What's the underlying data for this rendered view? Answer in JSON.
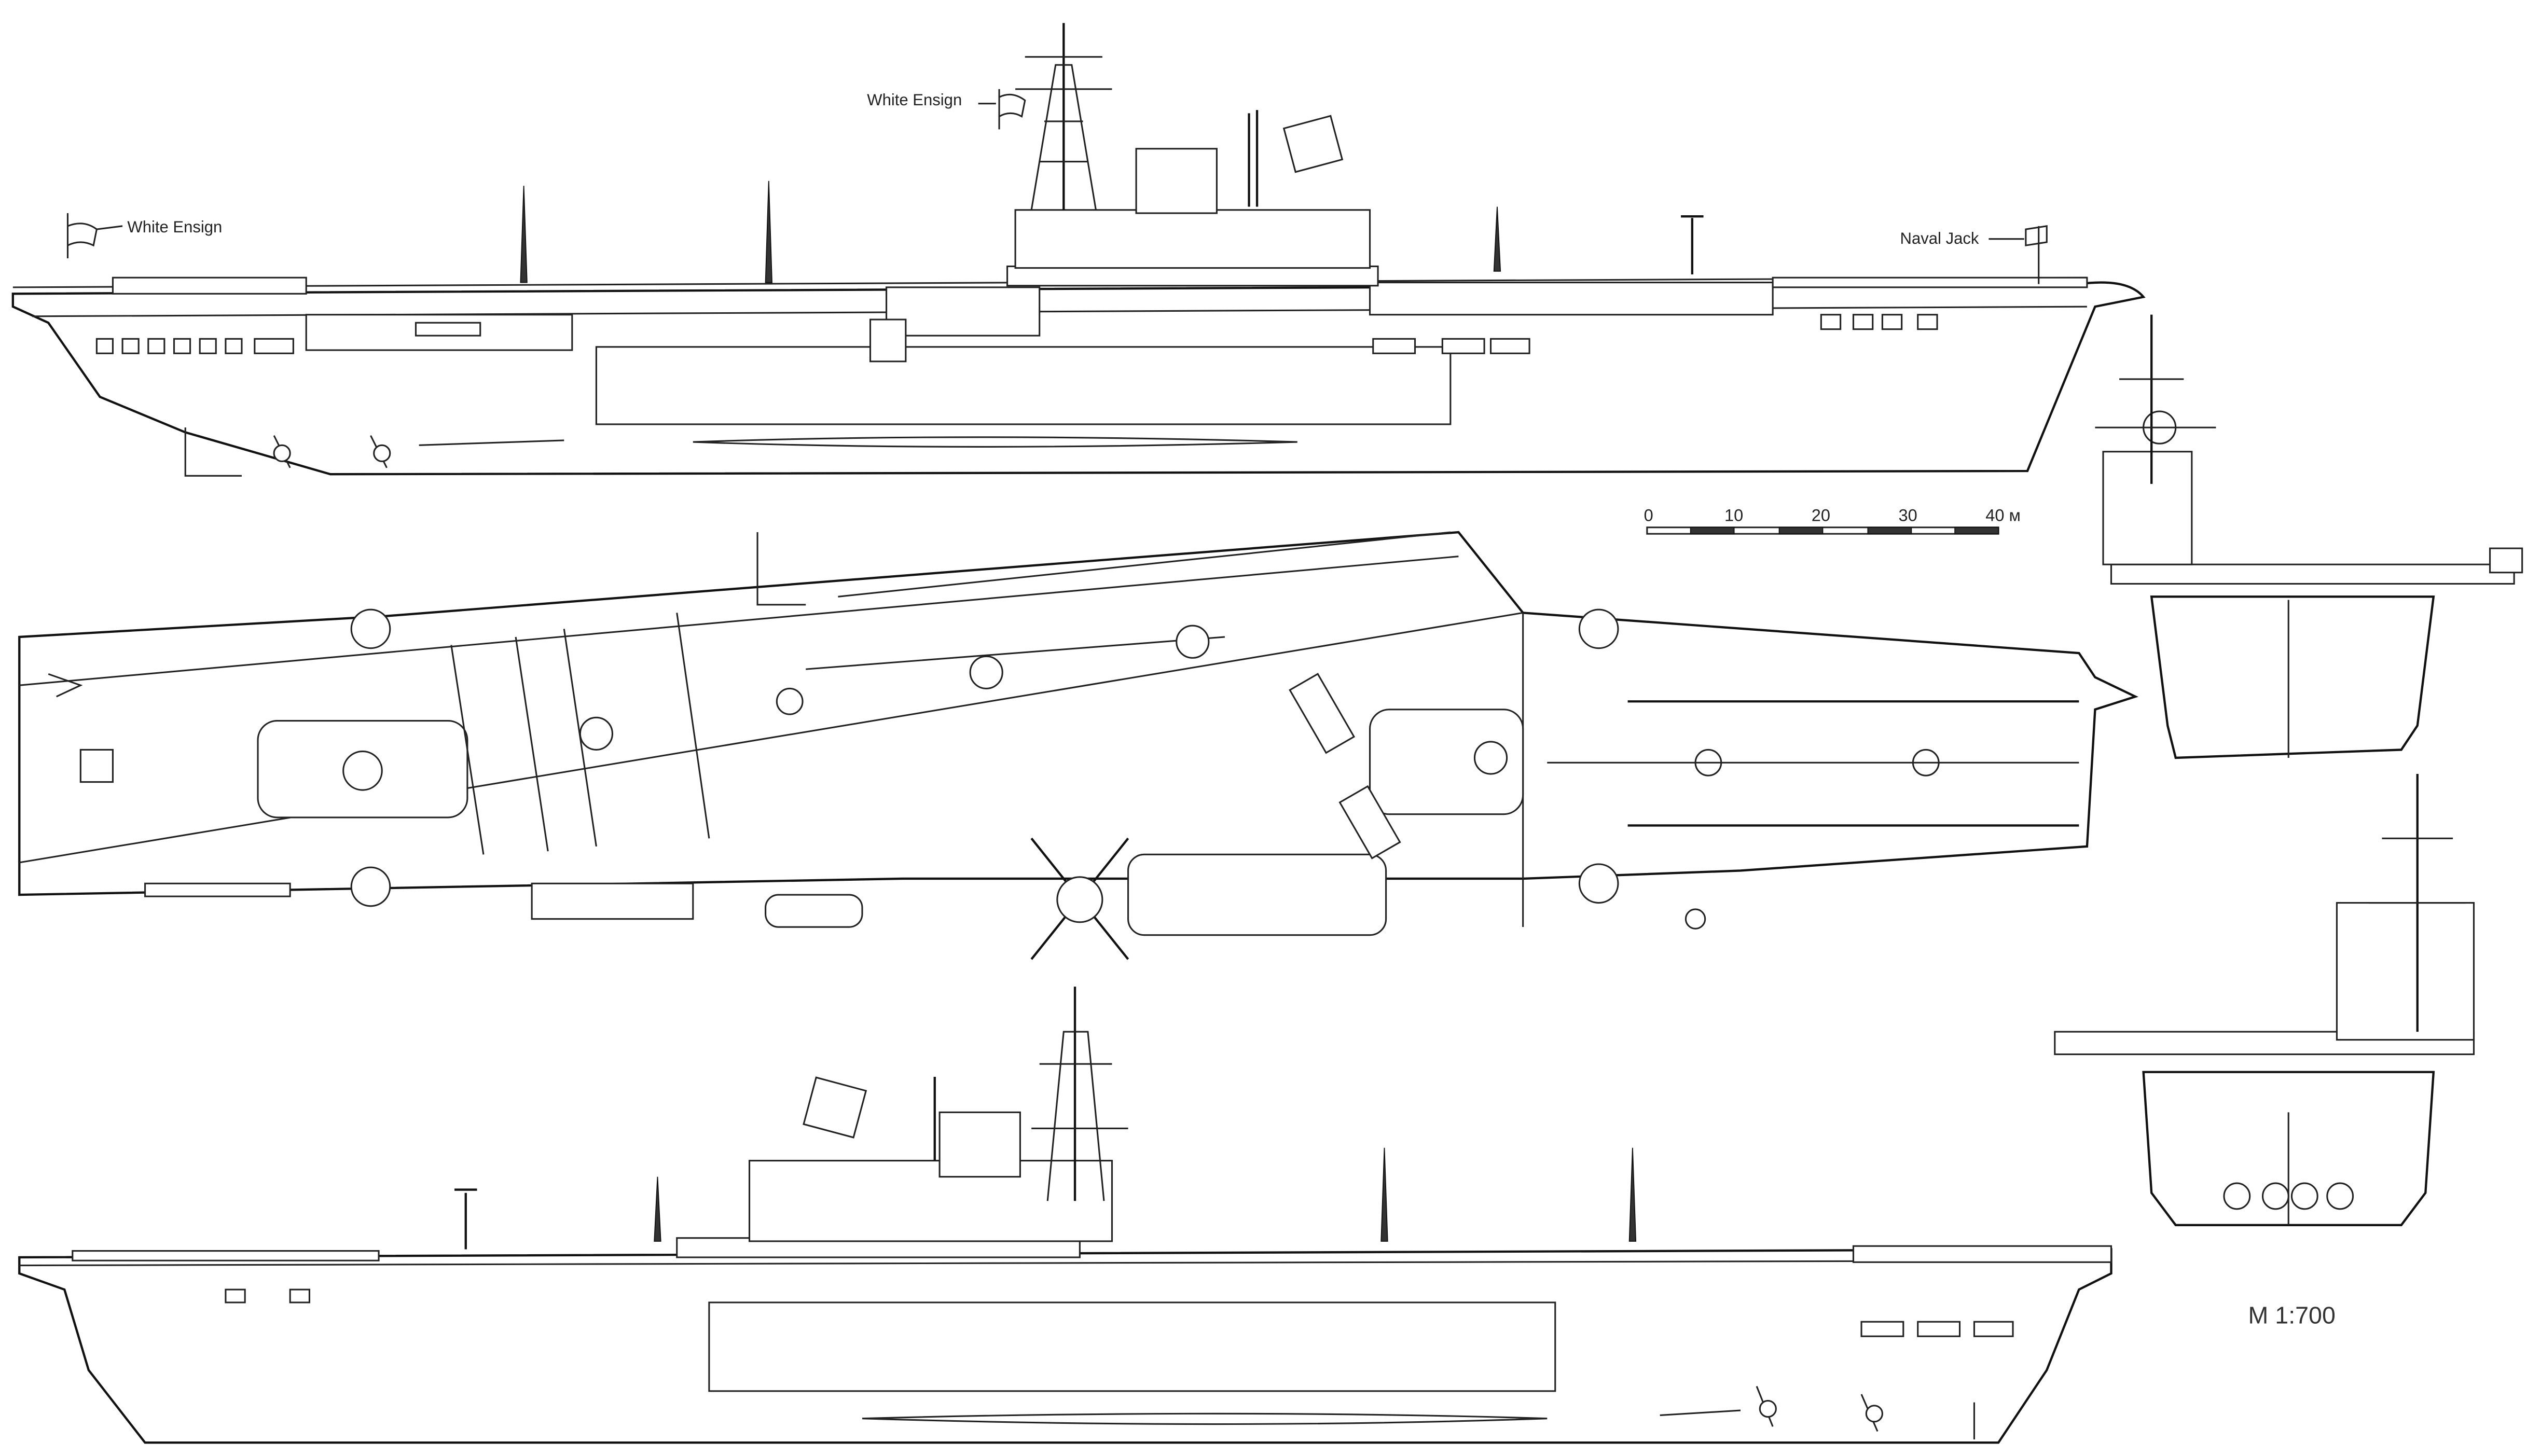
{
  "title": "Aircraft carrier line drawing - profiles, plan and end views",
  "labels": {
    "stern_flag": "White Ensign",
    "mast_flag": "White Ensign",
    "bow_flag": "Naval Jack"
  },
  "scale_bar": {
    "ticks": [
      "0",
      "10",
      "20",
      "30",
      "40 м"
    ],
    "unit": "м"
  },
  "scale_ratio": "M 1:700",
  "colors": {
    "line": "#222222",
    "background": "#ffffff",
    "fill_dark": "#333333"
  }
}
